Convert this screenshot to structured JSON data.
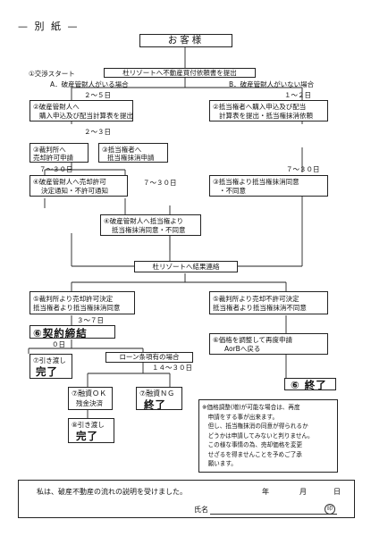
{
  "header": {
    "title": "— 別 紙 —",
    "top_box": "お客様"
  },
  "start": {
    "label": "①交渉スタート",
    "box": "杜リゾートへ不動産買付依頼書を提出"
  },
  "branch": {
    "A": "A．破産管財人がいる場合",
    "B": "B．破産管財人がいない場合"
  },
  "days": {
    "d2_5": "２～５日",
    "d1_2": "１～２日",
    "d2_3": "２～３日",
    "d7_30_a": "７～３０日",
    "d7_30_b": "７～３０日",
    "d7_30_c": "７～３０日",
    "d3_7": "３～７日",
    "d0": "０日",
    "d14_30": "１４～３０日"
  },
  "A2": {
    "line1": "②破産管財人へ",
    "line2": "購入申込及び配当計算表を提出"
  },
  "B2": {
    "line1": "②抵当権者へ購入申込及び配当",
    "line2": "計算表を提出・抵当権抹消依頼"
  },
  "A3a": {
    "line1": "③裁判所へ",
    "line2": "売却許可申請"
  },
  "A3b": {
    "line1": "③抵当権者へ",
    "line2": "抵当権抹消申請"
  },
  "A4": {
    "line1": "④破産管財人へ売却許可",
    "line2": "決定通知・不許可通知"
  },
  "B3": {
    "line1": "③抵当権より抵当権抹消同意",
    "line2": "・不同意"
  },
  "A4b": {
    "line1": "④破産管財人へ抵当権より",
    "line2": "抵当権抹消同意・不同意"
  },
  "report": "杜リゾートへ結果連絡",
  "L5": {
    "line1": "⑤裁判所より売却許可決定",
    "line2": "抵当権者より抵当権抹消同意"
  },
  "R5": {
    "line1": "⑤裁判所より売却不許可決定",
    "line2": "抵当権者より抵当権抹消不同意"
  },
  "contract": "⑥契約締結",
  "deliver1": {
    "line1": "⑦引き渡し",
    "line2": "完了"
  },
  "loan": "ローン条項有の場合",
  "R6": {
    "line1": "⑥価格を調整して再度申請",
    "line2": "AorBへ戻る"
  },
  "finance_ok": {
    "line1": "⑦融資ＯＫ",
    "line2": "残金決済"
  },
  "finance_ng": {
    "line1": "⑦融資ＮＧ",
    "line2": "終了"
  },
  "deliver2": {
    "line1": "⑧引き渡し",
    "line2": "完了"
  },
  "end6": "⑥ 終了",
  "note": {
    "lines": [
      "※価格調整(増)が可能な場合は、再度",
      "　申請をする事が出来ます。",
      "　但し、抵当権抹消の同意が得られるか",
      "　どうかは申請してみないと判りません。",
      "　この様な事情の為、売却価格を変更",
      "　せざるを得ませんことを予めご了承",
      "　願います。"
    ]
  },
  "footer": {
    "text": "私は、破産不動産の流れの説明を受けました。",
    "year": "年",
    "month": "月",
    "day": "日",
    "name_label": "氏名",
    "seal": "印"
  }
}
